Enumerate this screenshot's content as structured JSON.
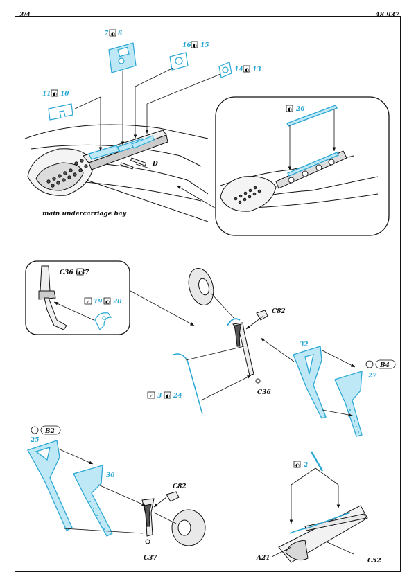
{
  "header": {
    "page": "2/4",
    "code": "48 937"
  },
  "top_panel": {
    "caption": "main undercarriage bay",
    "callouts": {
      "p7_6": [
        "7",
        "6"
      ],
      "p16_15": [
        "16",
        "15"
      ],
      "p14_13": [
        "14",
        "13"
      ],
      "p11_10": [
        "11",
        "10"
      ],
      "d": "D",
      "inset_26": "26"
    }
  },
  "bottom_panel": {
    "inset_left": {
      "kit_part": "C36 C37",
      "p19": "19",
      "p20": "20"
    },
    "c82_top": "C82",
    "c36": "C36",
    "p3": "3",
    "p24": "24",
    "p32": "32",
    "p27": "27",
    "b4": "B4",
    "b2": "B2",
    "p25": "25",
    "p30": "30",
    "c82_bottom": "C82",
    "c37": "C37",
    "p2": "2",
    "a21": "A21",
    "c52": "C52"
  },
  "colors": {
    "etch": "#2aa7d4",
    "etch_fill": "#bfe8f7",
    "line": "#111111",
    "frame": "#111111"
  }
}
